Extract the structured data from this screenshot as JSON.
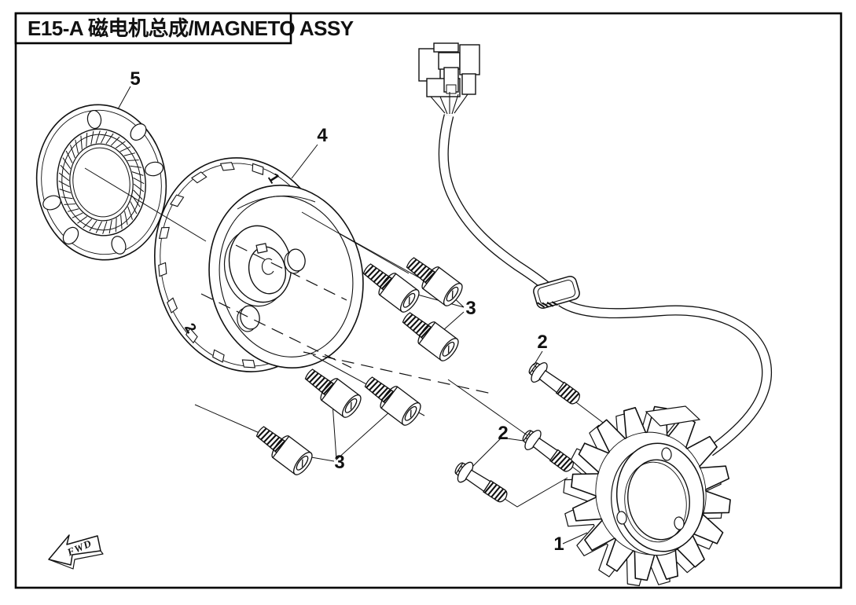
{
  "page": {
    "title": "E15-A 磁电机总成/MAGNETO ASSY"
  },
  "diagram": {
    "direction_marker": "FWD",
    "callouts": {
      "c1": "1",
      "c2": "2",
      "c3": "3",
      "c4": "4",
      "c5": "5"
    },
    "flywheel_marks": {
      "a": "1",
      "b": "2"
    }
  }
}
